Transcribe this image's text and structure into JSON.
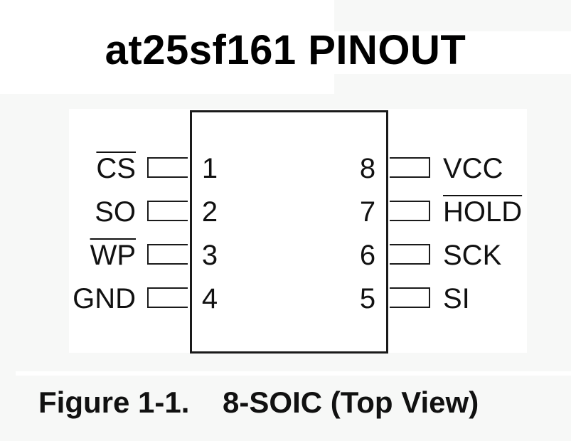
{
  "title": "at25sf161 PINOUT",
  "caption": "Figure 1-1.    8-SOIC (Top View)",
  "package": {
    "left_pins": [
      {
        "number": "1",
        "name": "CS",
        "active_low": true
      },
      {
        "number": "2",
        "name": "SO",
        "active_low": false
      },
      {
        "number": "3",
        "name": "WP",
        "active_low": true
      },
      {
        "number": "4",
        "name": "GND",
        "active_low": false
      }
    ],
    "right_pins": [
      {
        "number": "8",
        "name": "VCC",
        "active_low": false
      },
      {
        "number": "7",
        "name": "HOLD",
        "active_low": true
      },
      {
        "number": "6",
        "name": "SCK",
        "active_low": false
      },
      {
        "number": "5",
        "name": "SI",
        "active_low": false
      }
    ]
  }
}
